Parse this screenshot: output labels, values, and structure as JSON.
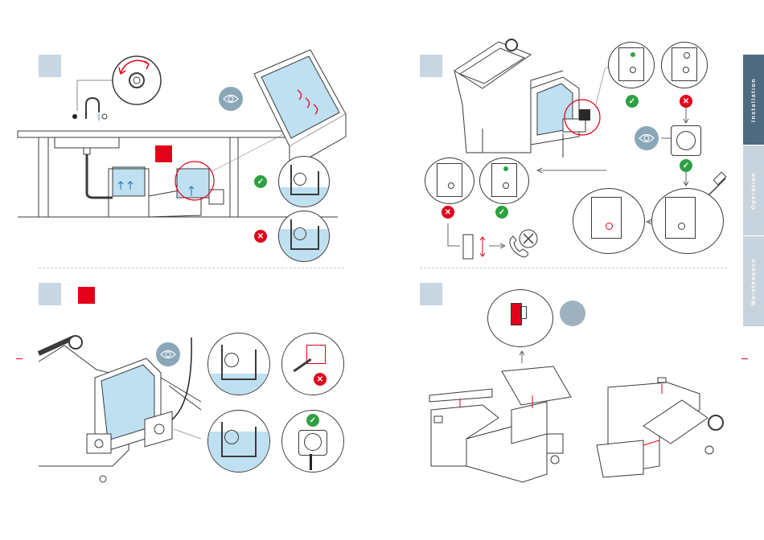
{
  "side_tabs": [
    {
      "label": "Installation",
      "active": true
    },
    {
      "label": "Operation",
      "active": false
    },
    {
      "label": "Maintenance",
      "active": false
    }
  ],
  "colors": {
    "step_box": "#c7d6e0",
    "warning": "#e2001a",
    "ok": "#2ea043",
    "water": "#bfe0f0",
    "line": "#3a3a3a",
    "tab_active": "#4e6a80",
    "tab_inactive": "#c8d4dd"
  },
  "icons": {
    "ok": "check-icon",
    "no": "cross-icon",
    "eye": "eye-icon",
    "phone": "phone-icon",
    "tool": "screwdriver-icon",
    "socket": "socket-icon",
    "plug": "plug-icon"
  },
  "glyphs": {
    "check": "✓",
    "cross": "✕"
  }
}
